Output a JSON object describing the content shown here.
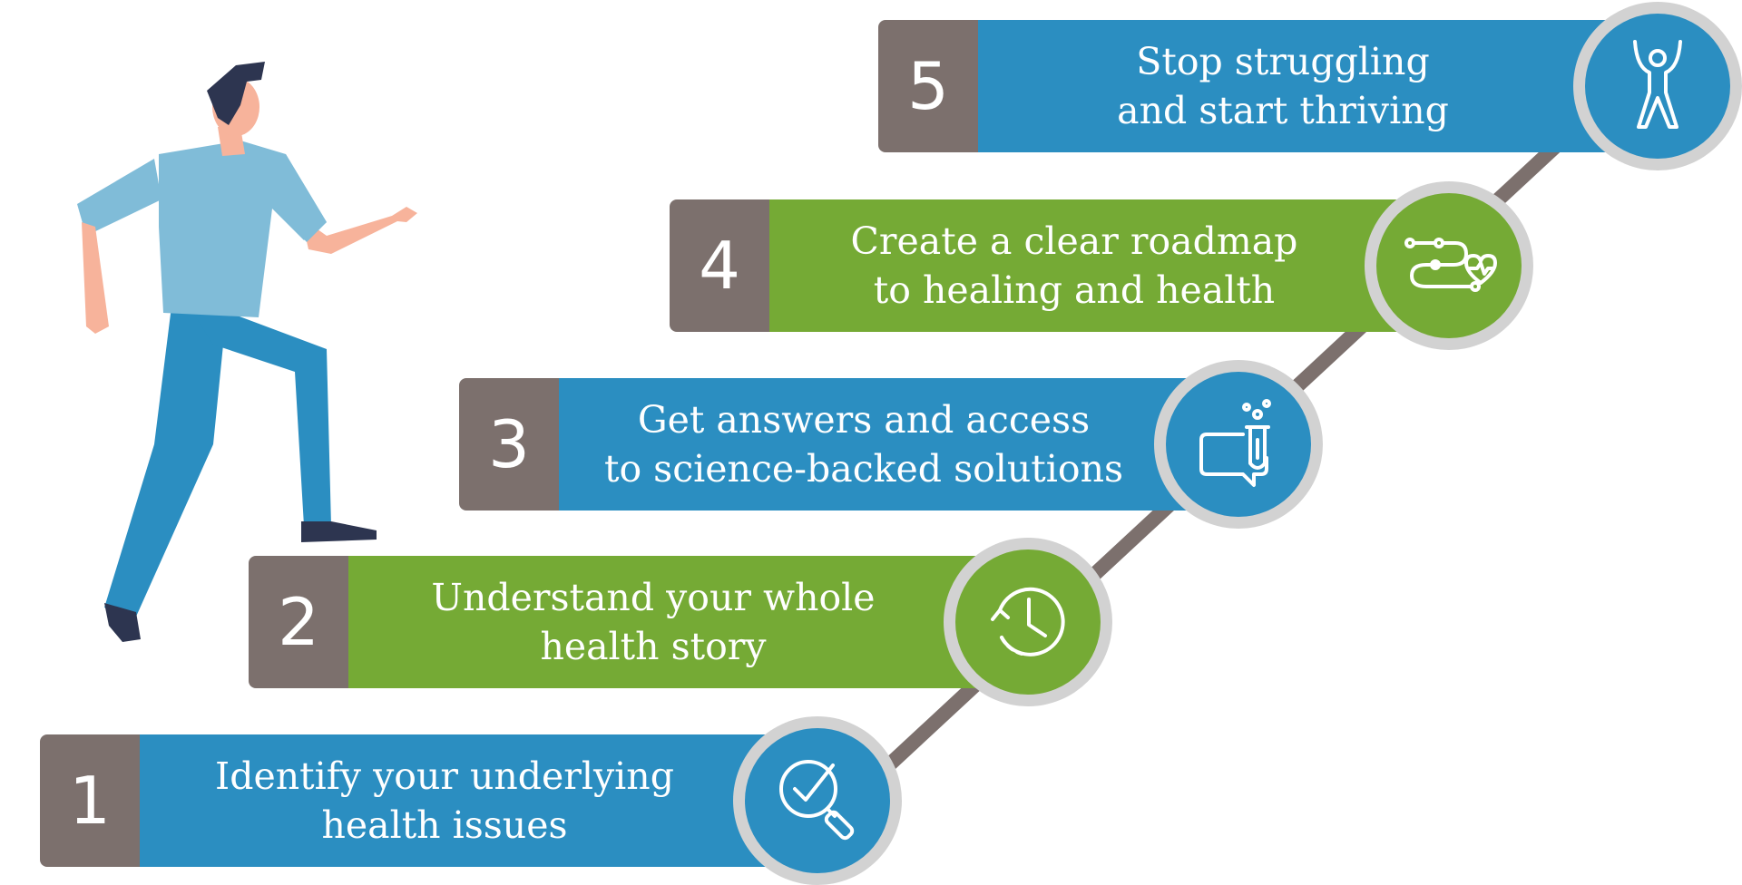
{
  "colors": {
    "blue": "#2b8ec1",
    "green": "#75aa35",
    "number_box": "#7c706d",
    "ring": "#d2d2d2",
    "stair_line": "#7c706d"
  },
  "figure": {
    "name": "walking-person-illustration",
    "shirt": "#80bcd8",
    "pants": "#2b8ec1",
    "skin": "#f7b39b",
    "hair": "#2d3550"
  },
  "steps": [
    {
      "number": "1",
      "line1": "Identify your underlying",
      "line2": "health issues",
      "color": "blue",
      "icon": "magnifier-check-icon"
    },
    {
      "number": "2",
      "line1": "Understand your whole",
      "line2": "health story",
      "color": "green",
      "icon": "clock-history-icon"
    },
    {
      "number": "3",
      "line1": "Get answers and access",
      "line2": "to science-backed solutions",
      "color": "blue",
      "icon": "chat-test-tube-icon"
    },
    {
      "number": "4",
      "line1": "Create a clear roadmap",
      "line2": "to healing and health",
      "color": "green",
      "icon": "roadmap-heart-icon"
    },
    {
      "number": "5",
      "line1": "Stop struggling",
      "line2": "and start thriving",
      "color": "blue",
      "icon": "thriving-person-icon"
    }
  ]
}
